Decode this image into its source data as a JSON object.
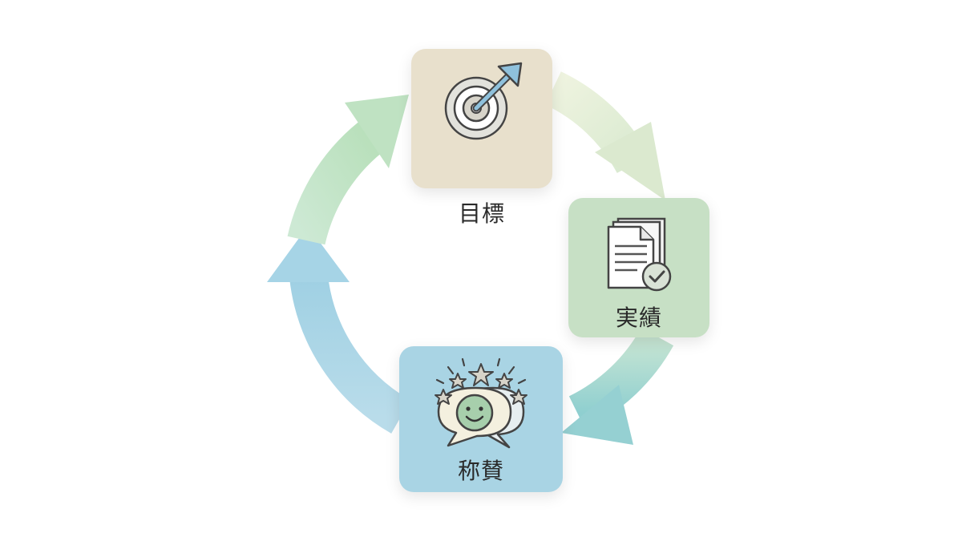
{
  "steps": [
    {
      "label": "目標",
      "icon": "target-arrow-icon",
      "color": "#e8e0cc"
    },
    {
      "label": "実績",
      "icon": "documents-check-icon",
      "color": "#c7e0c5"
    },
    {
      "label": "称賛",
      "icon": "smiley-stars-speech-icon",
      "color": "#a9d4e4"
    }
  ],
  "arrow_colors": {
    "goal_to_result": "#d8e8c4",
    "result_to_praise": "#9fd3d6",
    "praise_to_goal": "#a8d6e6",
    "left_upper": "#bfe3c3"
  }
}
